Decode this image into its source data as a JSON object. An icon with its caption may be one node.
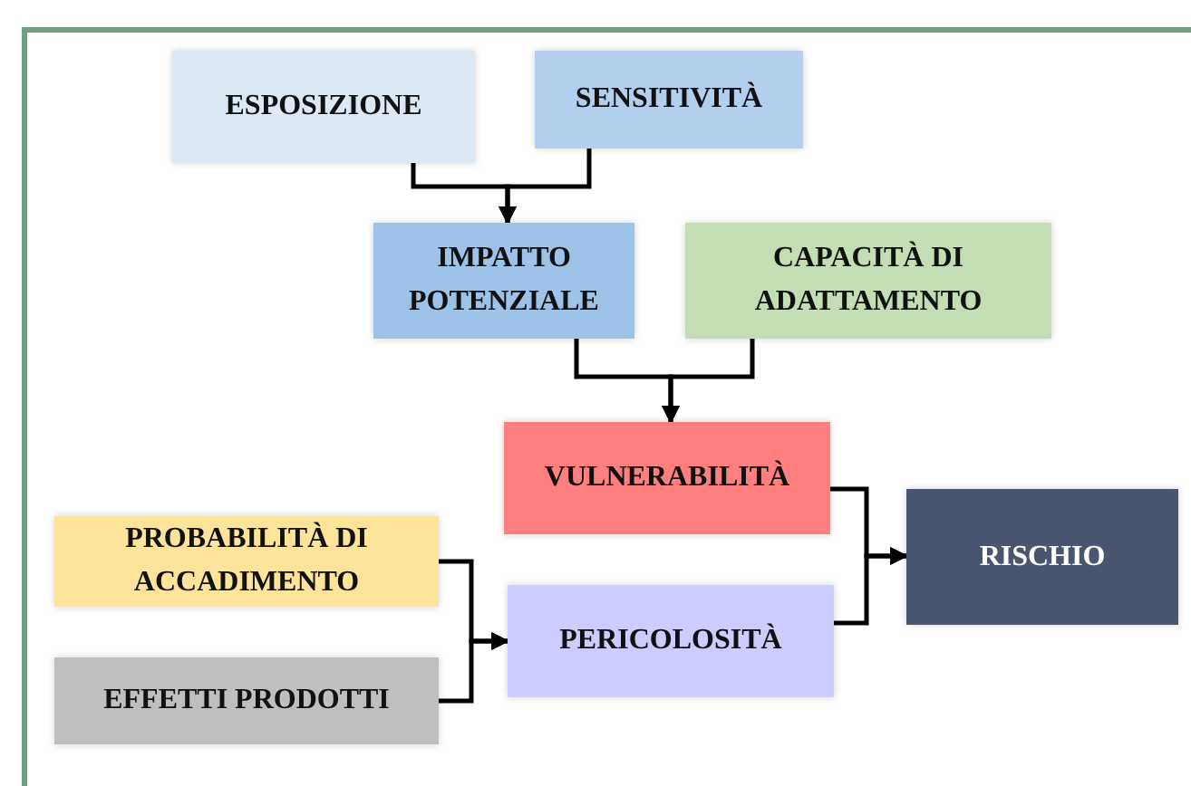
{
  "diagram": {
    "nodes": [
      {
        "text": [
          "ESPOSIZIONE"
        ]
      },
      {
        "text": [
          "SENSITIVITÀ"
        ]
      },
      {
        "text": [
          "IMPATTO POTENZIALE"
        ]
      },
      {
        "text": [
          "CAPACITÀ DI ADATTAMENTO"
        ]
      },
      {
        "text": [
          "VULNERABILITÀ"
        ]
      },
      {
        "text": [
          "PROBABILITÀ DI ACCADIMENTO"
        ]
      },
      {
        "text": [
          "EFFETTI PRODOTTI"
        ]
      },
      {
        "text": [
          "PERICOLOSITÀ"
        ]
      },
      {
        "text": [
          "RISCHIO"
        ]
      }
    ],
    "edges": [
      {
        "from": 0,
        "to": 2,
        "arrow": "to"
      },
      {
        "from": 1,
        "to": 2,
        "arrow": "to"
      },
      {
        "from": 2,
        "to": 4,
        "arrow": "to"
      },
      {
        "from": 3,
        "to": 4,
        "arrow": "to"
      },
      {
        "from": 4,
        "to": 8,
        "arrow": "to"
      },
      {
        "from": 7,
        "to": 8,
        "arrow": "to"
      },
      {
        "from": 5,
        "to": 7,
        "arrow": "to"
      },
      {
        "from": 6,
        "to": 7,
        "arrow": "to"
      }
    ]
  }
}
